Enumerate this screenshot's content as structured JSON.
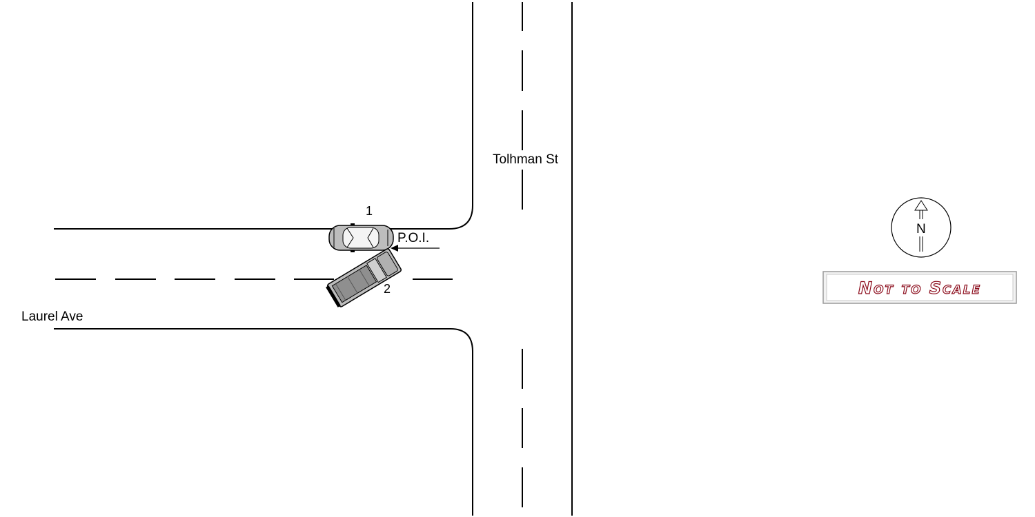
{
  "streets": {
    "north_south": "Tolhman St",
    "east_west": "Laurel Ave"
  },
  "vehicles": [
    {
      "label": "1",
      "type": "car"
    },
    {
      "label": "2",
      "type": "pickup-truck"
    }
  ],
  "poi_label": "P.O.I.",
  "compass": {
    "letter": "N",
    "icon": "north-arrow-icon"
  },
  "scale_note": "Not to Scale",
  "colors": {
    "road_line": "#000000",
    "vehicle_fill": "#bdbdbd",
    "scale_text": "#8b0a1a",
    "scale_border": "#9a9a9a"
  }
}
